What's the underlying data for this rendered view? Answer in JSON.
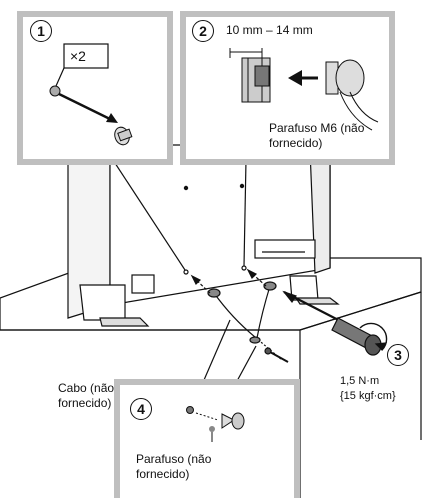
{
  "steps": {
    "step1": {
      "number": "1",
      "quantity": "×2"
    },
    "step2": {
      "number": "2",
      "measurement": "10 mm – 14 mm",
      "screw_label": "Parafuso M6 (não\nfornecido)"
    },
    "step3": {
      "number": "3",
      "torque": "1,5 N·m\n{15 kgf·cm}"
    },
    "step4": {
      "number": "4",
      "screw_label": "Parafuso (não\nfornecido)"
    }
  },
  "cable_label": "Cabo (não\nfornecido)",
  "colors": {
    "line": "#111111",
    "panel": "#bfbfbf",
    "box_fill": "#ffffff",
    "grey_fill": "#c8c8c8",
    "dark": "#555555"
  }
}
